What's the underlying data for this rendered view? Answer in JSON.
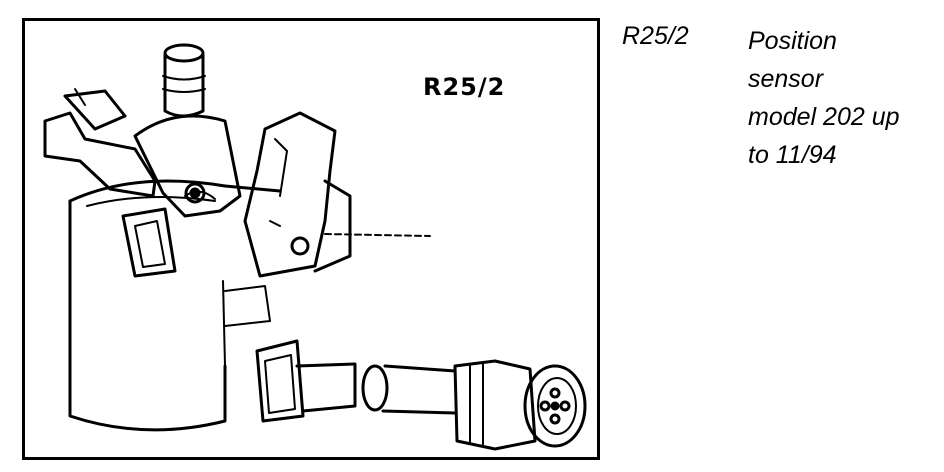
{
  "figure": {
    "callout_label": "R25/2",
    "subject_icon": "position-sensor-illustration"
  },
  "legend": {
    "code": "R25/2",
    "description": "Position\nsensor\nmodel 202 up\nto 11/94"
  }
}
